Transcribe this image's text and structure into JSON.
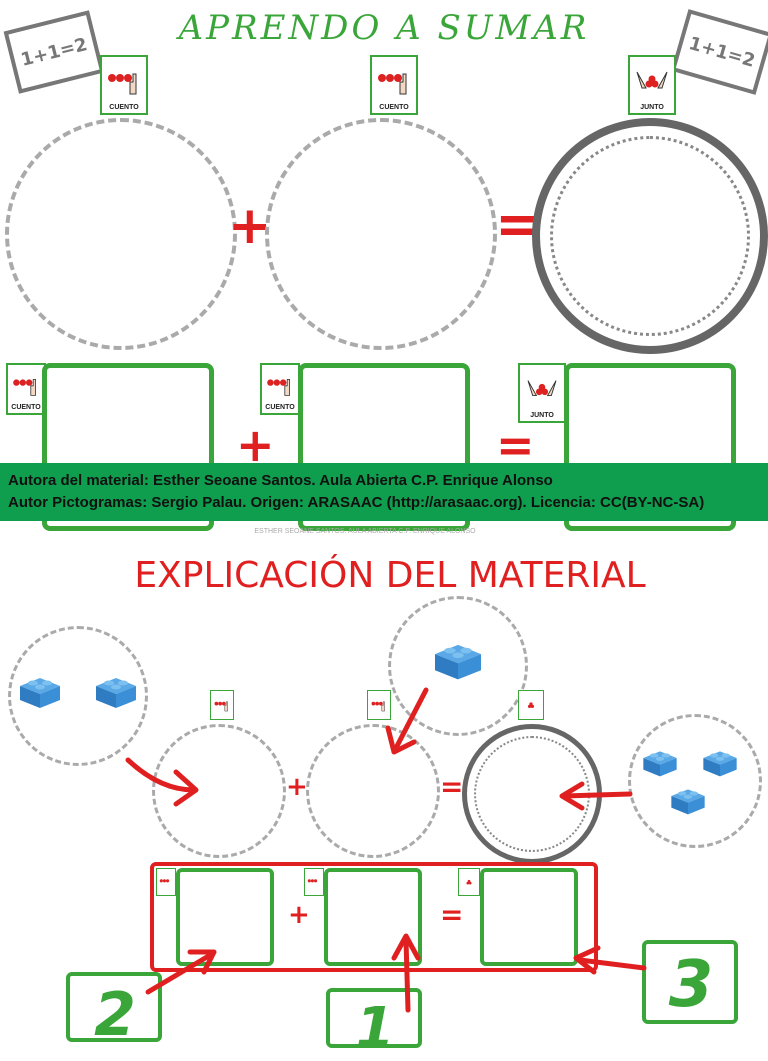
{
  "page": {
    "title": "APRENDO A SUMAR",
    "sign_text": "1+1=2",
    "section_title": "EXPLICACIÓN DEL MATERIAL",
    "watermark": "ESTHER SEOANE SANTOS. AULA ABIERTA C.P. ENRIQUE ALONSO"
  },
  "pictograms": {
    "count_label": "CUENTO",
    "together_label": "JUNTO"
  },
  "operators": {
    "plus": "+",
    "equals": "="
  },
  "credits": {
    "line1": "Autora del material: Esther Seoane Santos. Aula Abierta C.P. Enrique Alonso",
    "line2": "Autor Pictogramas: Sergio Palau. Origen: ARASAAC (http://arasaac.org). Licencia: CC(BY-NC-SA)"
  },
  "numbers": {
    "first": "1",
    "second": "2",
    "third": "3"
  },
  "colors": {
    "green": "#3aa63a",
    "red": "#e02020",
    "banner": "#0f9d4e",
    "gray": "#777777",
    "block_blue": "#3b8fd6"
  }
}
